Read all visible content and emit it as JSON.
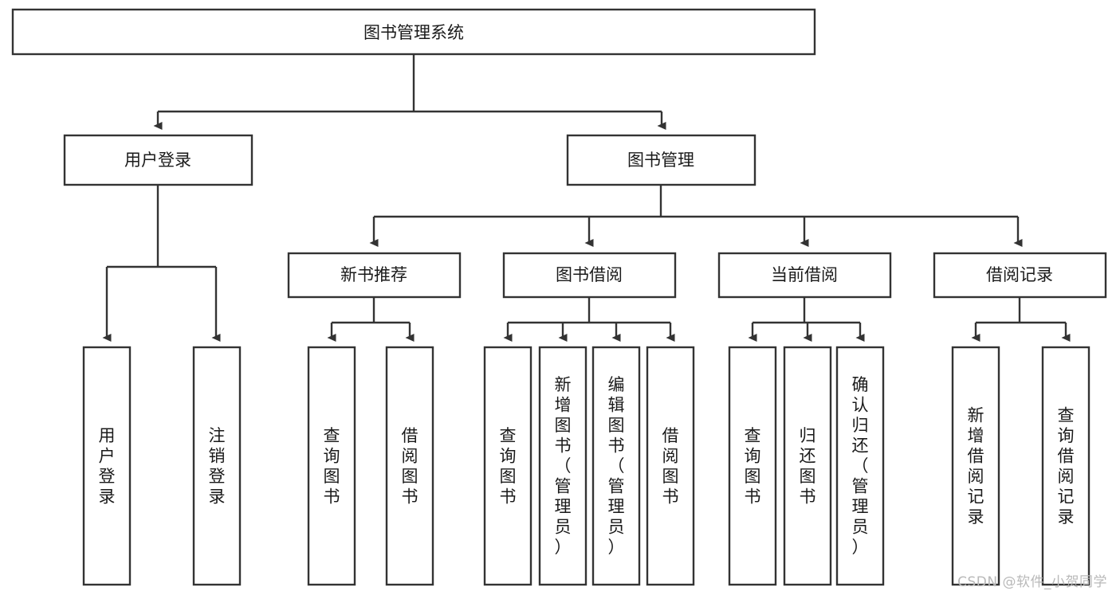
{
  "diagram": {
    "title": "图书管理系统",
    "type": "tree-hierarchy-diagram",
    "colors": {
      "box_stroke": "#333333",
      "box_fill": "#ffffff",
      "text": "#1a1a1a",
      "background": "#ffffff",
      "watermark": "#b9b9b9"
    },
    "levels": {
      "level1": [
        {
          "id": "root",
          "label": "图书管理系统"
        }
      ],
      "level2": [
        {
          "id": "user-login",
          "label": "用户登录"
        },
        {
          "id": "book-management",
          "label": "图书管理"
        }
      ],
      "level3": [
        {
          "id": "new-book-recommend",
          "label": "新书推荐"
        },
        {
          "id": "book-borrow",
          "label": "图书借阅"
        },
        {
          "id": "current-borrow",
          "label": "当前借阅"
        },
        {
          "id": "borrow-record",
          "label": "借阅记录"
        }
      ],
      "level4": {
        "user-login": [
          {
            "id": "leaf-user-login",
            "label": "用户登录"
          },
          {
            "id": "leaf-logout-login",
            "label": "注销登录"
          }
        ],
        "new-book-recommend": [
          {
            "id": "leaf-query-book-1",
            "label": "查询图书"
          },
          {
            "id": "leaf-borrow-book-1",
            "label": "借阅图书"
          }
        ],
        "book-borrow": [
          {
            "id": "leaf-query-book-2",
            "label": "查询图书"
          },
          {
            "id": "leaf-add-book-admin",
            "label": "新增图书（管理员）"
          },
          {
            "id": "leaf-edit-book-admin",
            "label": "编辑图书（管理员）"
          },
          {
            "id": "leaf-borrow-book-2",
            "label": "借阅图书"
          }
        ],
        "current-borrow": [
          {
            "id": "leaf-query-book-3",
            "label": "查询图书"
          },
          {
            "id": "leaf-return-book",
            "label": "归还图书"
          },
          {
            "id": "leaf-confirm-return-admin",
            "label": "确认归还（管理员）"
          }
        ],
        "borrow-record": [
          {
            "id": "leaf-add-borrow-record",
            "label": "新增借阅记录"
          },
          {
            "id": "leaf-query-borrow-record",
            "label": "查询借阅记录"
          }
        ]
      }
    }
  },
  "watermark": {
    "text": "CSDN @软件_小贺同学"
  }
}
